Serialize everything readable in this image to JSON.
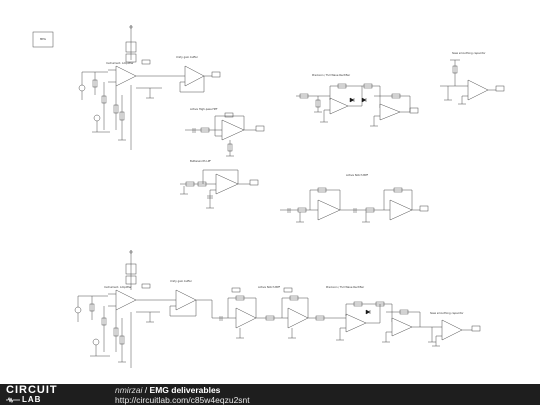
{
  "footer": {
    "logo_top": "CIRCUIT",
    "logo_bottom": "LAB",
    "author": "nmirzai",
    "separator": "/",
    "title": "EMG deliverables",
    "url": "http://circuitlab.com/c85w4eqzu2snt"
  },
  "labels": {
    "top_amp": "Instrument. Amplifier",
    "top_gain_buffer": "Unity gain buffer",
    "top_hpf": "Active High-pass HPF",
    "top_lpf": "Butterworth LPF",
    "top_rectifier": "Precision / Full Wave Rectifier",
    "top_notch": "Active Notch BPF",
    "top_rect_out": "Slew smoothing capacitor",
    "bottom_amp": "Instrument. Amplifier",
    "bottom_gain_buffer": "Unity gain buffer",
    "bottom_notch": "Active Notch BPF",
    "bottom_rectifier": "Precision / Full Wave Rectifier",
    "bottom_rect_out": "Slew smoothing capacitor",
    "box_label": "MEG"
  },
  "colors": {
    "wire": "#3a3a3a",
    "component": "#555555",
    "diode": "#1a1a1a",
    "footer_bg": "#1e1e1e"
  }
}
